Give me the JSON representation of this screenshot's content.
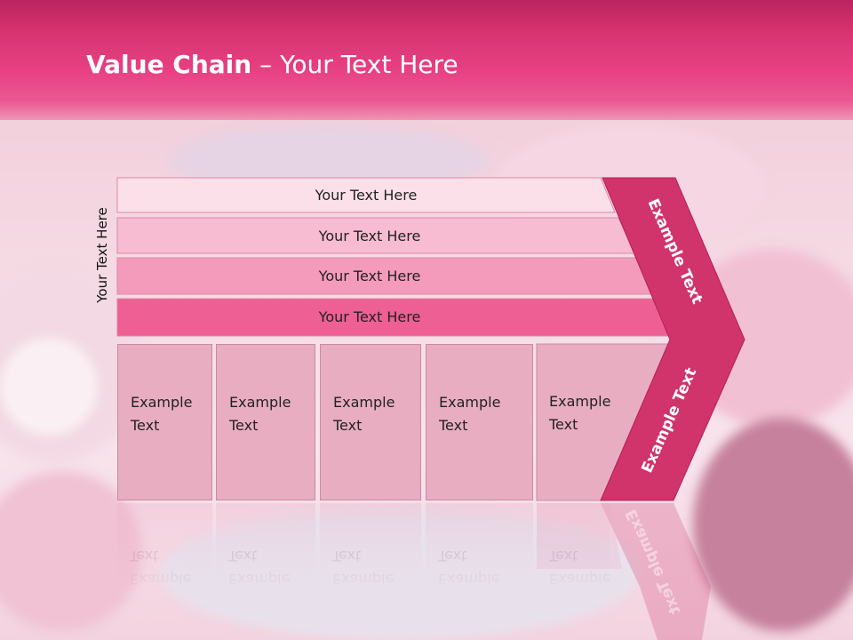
{
  "title": {
    "bold": "Value Chain",
    "rest": " – Your Text Here"
  },
  "side_label": "Your Text Here",
  "bands": [
    {
      "label": "Your Text Here",
      "color": "#fbe0ea"
    },
    {
      "label": "Your Text Here",
      "color": "#f7bcd1"
    },
    {
      "label": "Your Text Here",
      "color": "#f49bbb"
    },
    {
      "label": "Your Text Here",
      "color": "#ee5f93"
    }
  ],
  "columns": [
    {
      "label": "Example\nText"
    },
    {
      "label": "Example\nText"
    },
    {
      "label": "Example\nText"
    },
    {
      "label": "Example\nText"
    },
    {
      "label": "Example\nText"
    }
  ],
  "chevron": {
    "top_text": "Example Text",
    "bottom_text": "Example Text",
    "color": "#d1336b"
  }
}
